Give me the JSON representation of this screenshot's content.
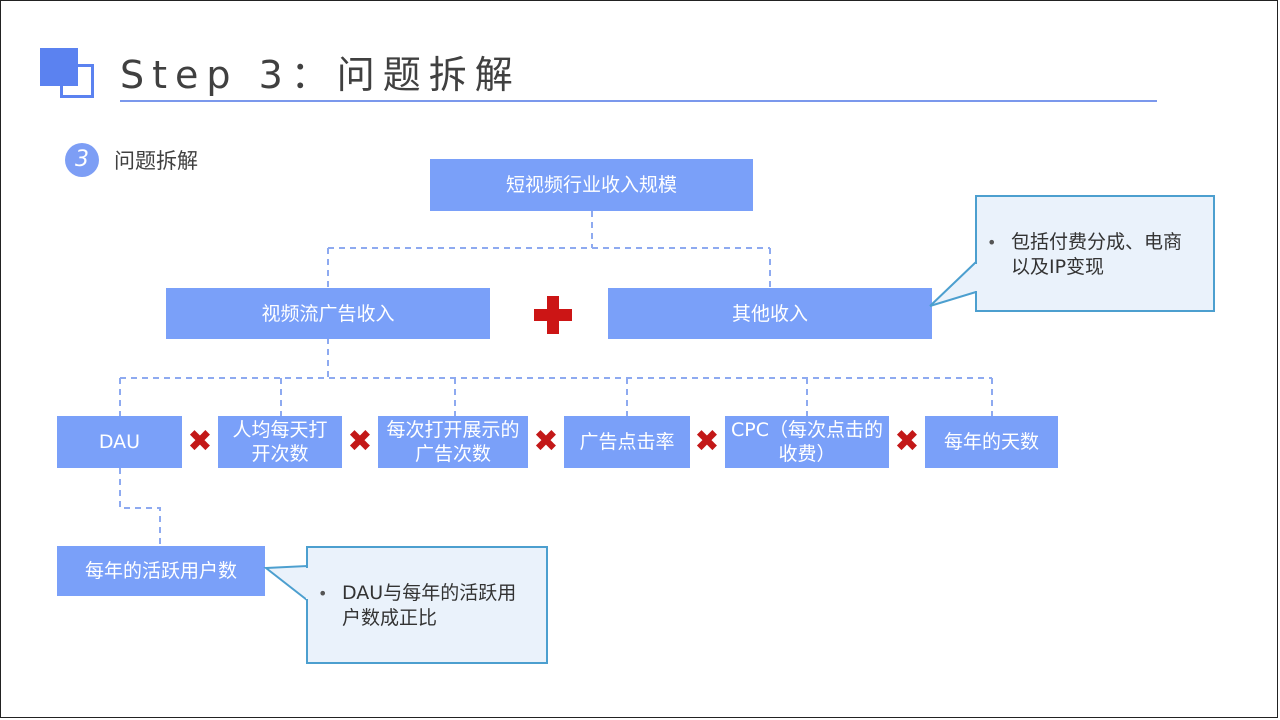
{
  "header": {
    "title": "Step 3：问题拆解"
  },
  "section": {
    "number": "3",
    "label": "问题拆解"
  },
  "tree": {
    "root": "短视频行业收入规模",
    "level1": {
      "ad_revenue": "视频流广告收入",
      "other_revenue": "其他收入"
    },
    "factors": [
      {
        "name": "factor-dau",
        "text": "DAU"
      },
      {
        "name": "factor-avg-opens",
        "text": "人均每天打开次数"
      },
      {
        "name": "factor-ads-per-open",
        "text": "每次打开展示的广告次数"
      },
      {
        "name": "factor-ctr",
        "text": "广告点击率"
      },
      {
        "name": "factor-cpc",
        "text": "CPC（每次点击的收费）"
      },
      {
        "name": "factor-days",
        "text": "每年的天数"
      }
    ],
    "sub": {
      "annual_active": "每年的活跃用户数"
    }
  },
  "callouts": {
    "other_revenue_note": "包括付费分成、电商以及IP变现",
    "dau_note": "DAU与每年的活跃用户数成正比"
  },
  "operators": {
    "plus": "+",
    "times": "✖"
  },
  "colors": {
    "box_fill": "#7aa0f9",
    "accent": "#5b82f0",
    "connector": "#8eaaf0",
    "operator": "#cc1515",
    "callout_border": "#4c9fcf",
    "callout_fill": "#eaf2fb"
  }
}
